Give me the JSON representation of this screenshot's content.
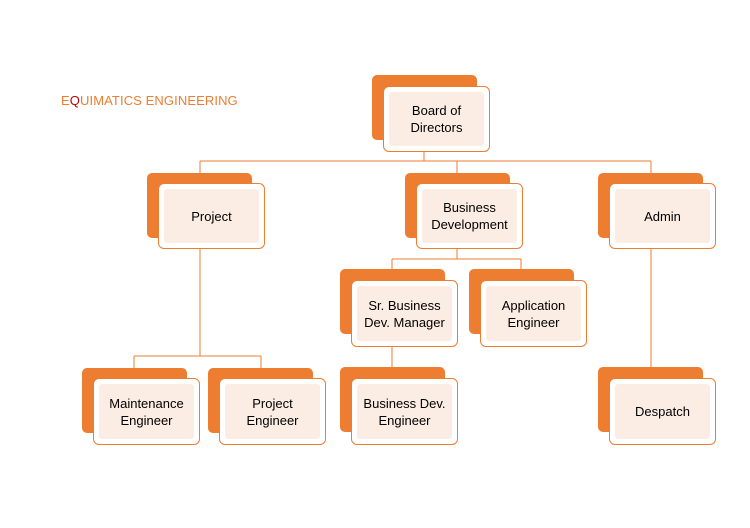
{
  "company": {
    "prefix": "E",
    "highlight": "Q",
    "rest": "UIMATICS ENGINEERING"
  },
  "colors": {
    "accent": "#ED7D31",
    "highlight": "#C00000",
    "box_fill": "#FCEDE4"
  },
  "nodes": {
    "board": "Board of Directors",
    "project": "Project",
    "bizdev": "Business Development",
    "admin": "Admin",
    "sr_bdm": "Sr. Business Dev. Manager",
    "app_eng": "Application Engineer",
    "maint_eng": "Maintenance Engineer",
    "proj_eng": "Project Engineer",
    "bd_eng": "Business Dev. Engineer",
    "despatch": "Despatch"
  }
}
